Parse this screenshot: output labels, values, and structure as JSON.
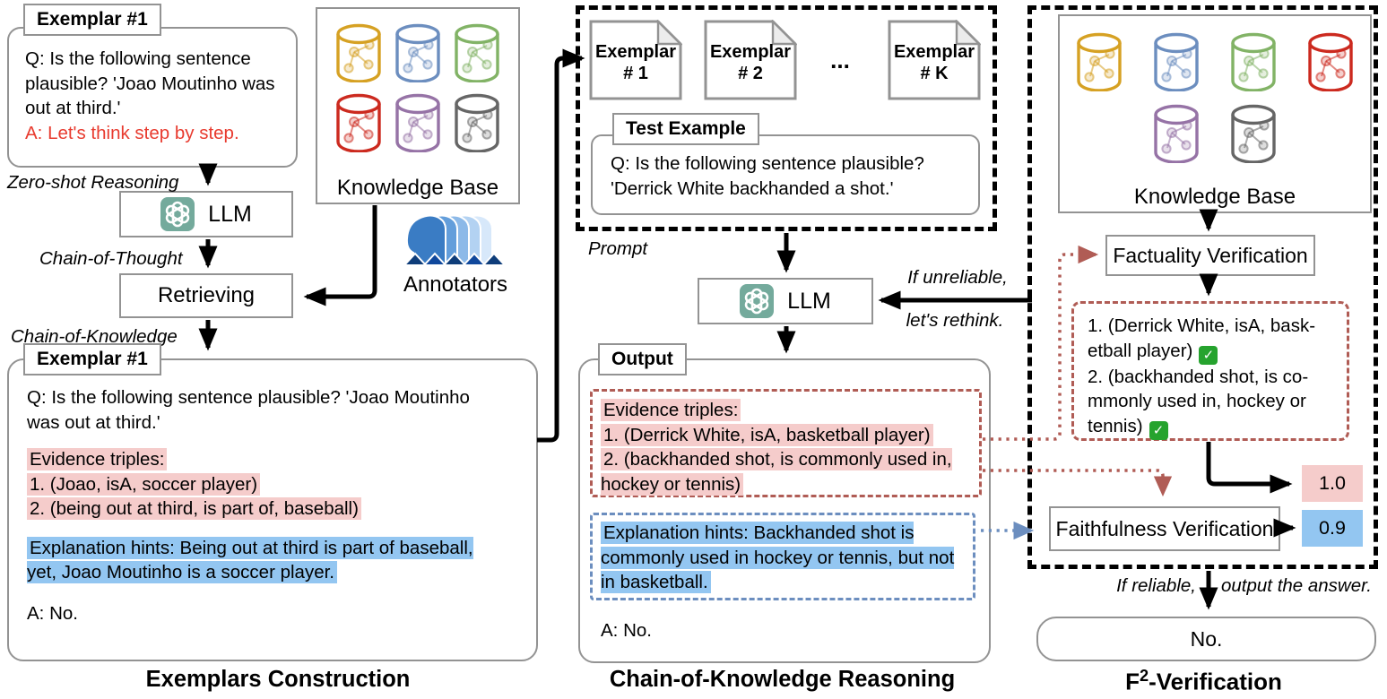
{
  "colors": {
    "red_text": "#e83b2f",
    "pink_highlight": "#f5cccb",
    "blue_highlight": "#93c6f1",
    "red_dashed": "#b05c55",
    "blue_dashed": "#6c8ebf",
    "box_border": "#939393",
    "llm_icon_bg": "#74aa9c",
    "check_green": "#26a32e"
  },
  "knowledge_base": {
    "label": "Knowledge Base",
    "cylinder_colors": [
      "#d6a123",
      "#6c8ebf",
      "#82b366",
      "#cc2a1f",
      "#9673a6",
      "#666666"
    ]
  },
  "left": {
    "title": "Exemplars Construction",
    "exemplar_top": {
      "tab": "Exemplar #1",
      "question": "Q: Is the following sentence plausible? 'Joao Moutinho was out at third.'",
      "answer": "A: Let's think step by step."
    },
    "labels": {
      "zero_shot": "Zero-shot Reasoning",
      "chain_of_thought": "Chain-of-Thought",
      "chain_of_knowledge": "Chain-of-Knowledge"
    },
    "llm_label": "LLM",
    "retrieving_label": "Retrieving",
    "annotators_label": "Annotators",
    "exemplar_bottom": {
      "tab": "Exemplar #1",
      "question": "Q: Is the following sentence plausible? 'Joao Moutinho was out at third.'",
      "evidence": [
        "Evidence triples:",
        "1. (Joao, isA, soccer player)",
        "2. (being out at third, is part of, baseball)"
      ],
      "explanation": "Explanation hints: Being out at third is part of baseball, yet, Joao Moutinho is a soccer player.",
      "answer": "A: No."
    }
  },
  "middle": {
    "title": "Chain-of-Knowledge Reasoning",
    "docs": [
      {
        "line1": "Exemplar",
        "line2": "# 1"
      },
      {
        "line1": "Exemplar",
        "line2": "# 2"
      },
      {
        "line1": "Exemplar",
        "line2": "# K"
      }
    ],
    "ellipsis": "...",
    "test_example": {
      "tab": "Test Example",
      "question": "Q: Is the following sentence plausible? 'Derrick White backhanded a shot.'"
    },
    "prompt_label": "Prompt",
    "llm_label": "LLM",
    "rethink_top": "If unreliable,",
    "rethink_bottom": "let's rethink.",
    "output": {
      "tab": "Output",
      "evidence": [
        "Evidence triples:",
        "1. (Derrick White, isA, basketball player)",
        "2. (backhanded shot, is commonly used in, hockey or tennis)"
      ],
      "explanation": "Explanation hints: Backhanded shot is commonly used in hockey or tennis, but not in basketball.",
      "answer": "A: No."
    }
  },
  "right": {
    "title_base": "F",
    "title_sup": "2",
    "title_rest": "-Verification",
    "factuality_label": "Factuality Verification",
    "faithfulness_label": "Faithfulness Verification",
    "verified": [
      {
        "text": "1. (Derrick White, isA, bask-\netball player)"
      },
      {
        "text": "2. (backhanded shot, is co-\nmmonly used in, hockey or\ntennis)"
      }
    ],
    "factuality_score": "1.0",
    "faithfulness_score": "0.9",
    "reliable_left": "If reliable,",
    "reliable_right": "output the answer.",
    "final_answer": "No."
  }
}
